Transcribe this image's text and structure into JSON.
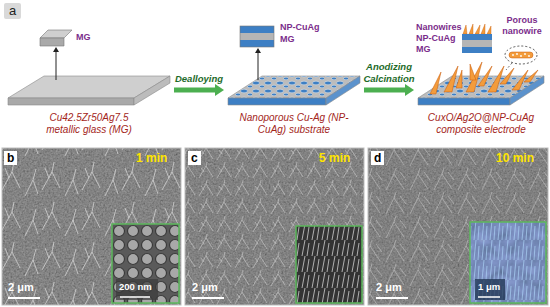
{
  "diagram": {
    "nodes": [
      {
        "text": [
          "MG",
          "Cu42.5Zr50Ag7.5 metallic glass (MG)"
        ]
      },
      {
        "text": [
          "NP-CuAg",
          "MG",
          "Nanoporous Cu-Ag (NP-CuAg) substrate"
        ]
      },
      {
        "text": [
          "Nanowires",
          "NP-CuAg",
          "MG",
          "CuxO/Ag2O@NP-CuAg composite electrode"
        ]
      }
    ],
    "edges": [
      {
        "from": 0,
        "to": 1,
        "arrow": "to",
        "label": "Dealloying"
      },
      {
        "from": 1,
        "to": 2,
        "arrow": "to",
        "label": "Anodizing Calcination"
      }
    ],
    "labels": [
      "a",
      "Porous nanowire",
      "b",
      "1 min",
      "2 μm",
      "200 nm",
      "c",
      "5 min",
      "2 μm",
      "d",
      "10 min",
      "2 μm",
      "1 μm"
    ]
  }
}
